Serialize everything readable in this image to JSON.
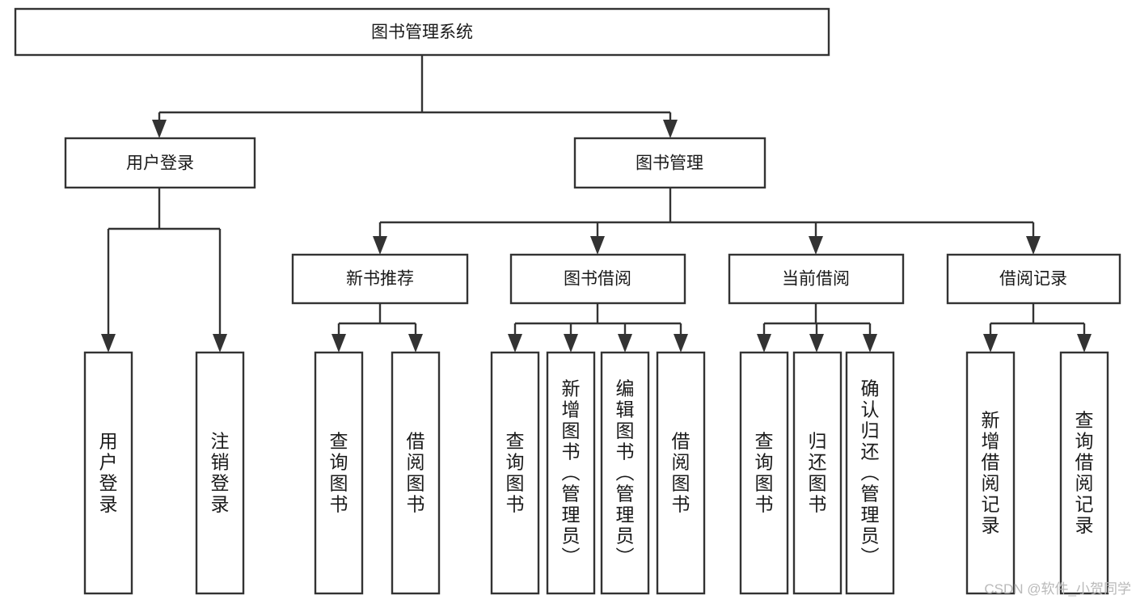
{
  "diagram": {
    "title": "图书管理系统",
    "type": "tree",
    "orientation": "top-down",
    "watermark": "CSDN @软件_小贺同学",
    "colors": {
      "box_fill": "#ffffff",
      "box_stroke": "#333333",
      "text": "#1a1a1a",
      "watermark": "#b9b9b9"
    },
    "levels": {
      "root": {
        "label": "图书管理系统"
      },
      "level2": [
        {
          "id": "user-login",
          "label": "用户登录"
        },
        {
          "id": "book-management",
          "label": "图书管理"
        }
      ],
      "level3": [
        {
          "id": "new-book-recommend",
          "label": "新书推荐",
          "parent": "book-management"
        },
        {
          "id": "book-borrow",
          "label": "图书借阅",
          "parent": "book-management"
        },
        {
          "id": "current-borrow",
          "label": "当前借阅",
          "parent": "book-management"
        },
        {
          "id": "borrow-record",
          "label": "借阅记录",
          "parent": "book-management"
        }
      ],
      "leaves": [
        {
          "id": "leaf-user-login",
          "label": "用户登录",
          "parent": "user-login"
        },
        {
          "id": "leaf-user-logout",
          "label": "注销登录",
          "parent": "user-login"
        },
        {
          "id": "leaf-query-book-1",
          "label": "查询图书",
          "parent": "new-book-recommend"
        },
        {
          "id": "leaf-borrow-book-1",
          "label": "借阅图书",
          "parent": "new-book-recommend"
        },
        {
          "id": "leaf-query-book-2",
          "label": "查询图书",
          "parent": "book-borrow"
        },
        {
          "id": "leaf-add-book",
          "label": "新增图书（管理员）",
          "parent": "book-borrow"
        },
        {
          "id": "leaf-edit-book",
          "label": "编辑图书（管理员）",
          "parent": "book-borrow"
        },
        {
          "id": "leaf-borrow-book-2",
          "label": "借阅图书",
          "parent": "book-borrow"
        },
        {
          "id": "leaf-query-book-3",
          "label": "查询图书",
          "parent": "current-borrow"
        },
        {
          "id": "leaf-return-book",
          "label": "归还图书",
          "parent": "current-borrow"
        },
        {
          "id": "leaf-confirm-return",
          "label": "确认归还（管理员）",
          "parent": "current-borrow"
        },
        {
          "id": "leaf-add-record",
          "label": "新增借阅记录",
          "parent": "borrow-record"
        },
        {
          "id": "leaf-query-record",
          "label": "查询借阅记录",
          "parent": "borrow-record"
        }
      ]
    }
  }
}
